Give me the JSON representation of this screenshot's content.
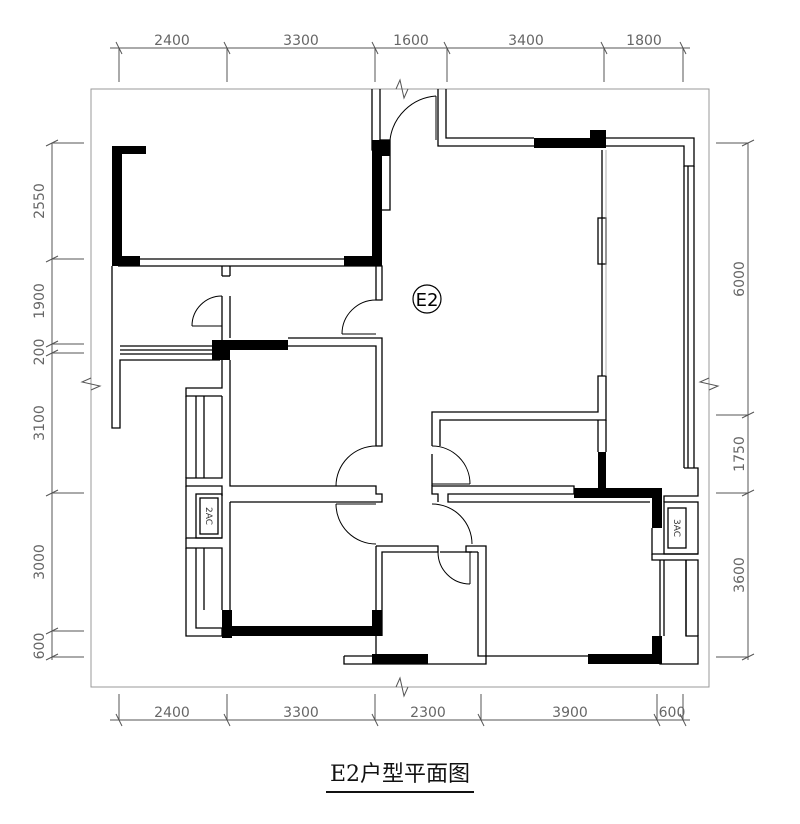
{
  "plan": {
    "title": "E2户型平面图",
    "unit_label": "E2",
    "ac_label_left": "2AC",
    "ac_label_right": "3AC"
  },
  "dims": {
    "top": [
      "2400",
      "3300",
      "1600",
      "3400",
      "1800"
    ],
    "bottom": [
      "2400",
      "3300",
      "2300",
      "3900",
      "600"
    ],
    "left": [
      "2550",
      "1900",
      "200",
      "3100",
      "3000",
      "600"
    ],
    "right": [
      "6000",
      "1750",
      "3600"
    ]
  },
  "colors": {
    "wall": "#000000",
    "line": "#000000",
    "dim": "#666666",
    "frame": "#999999"
  }
}
